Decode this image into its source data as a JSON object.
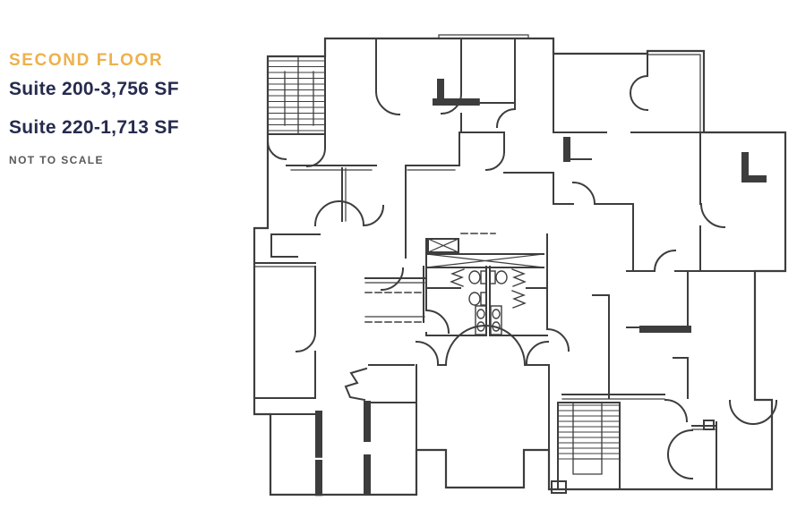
{
  "panel": {
    "title": "SECOND FLOOR",
    "suites": [
      "Suite 200-3,756 SF",
      "Suite 220-1,713 SF"
    ],
    "note": "NOT TO SCALE"
  },
  "colors": {
    "accent_gold": "#EDB14C",
    "suite_navy": "#262B4E",
    "note_gray": "#58595B",
    "plan_ink": "#3D3D3D",
    "background": "#FFFFFF"
  },
  "floor_plan": {
    "features": [
      "building-outline",
      "stairwell-top-left",
      "stairwell-bottom",
      "elevator-shaft-x-marks",
      "restroom-fixtures",
      "door-swing-arcs",
      "dashed-partition-walls",
      "cabinet-tick-strips"
    ]
  }
}
